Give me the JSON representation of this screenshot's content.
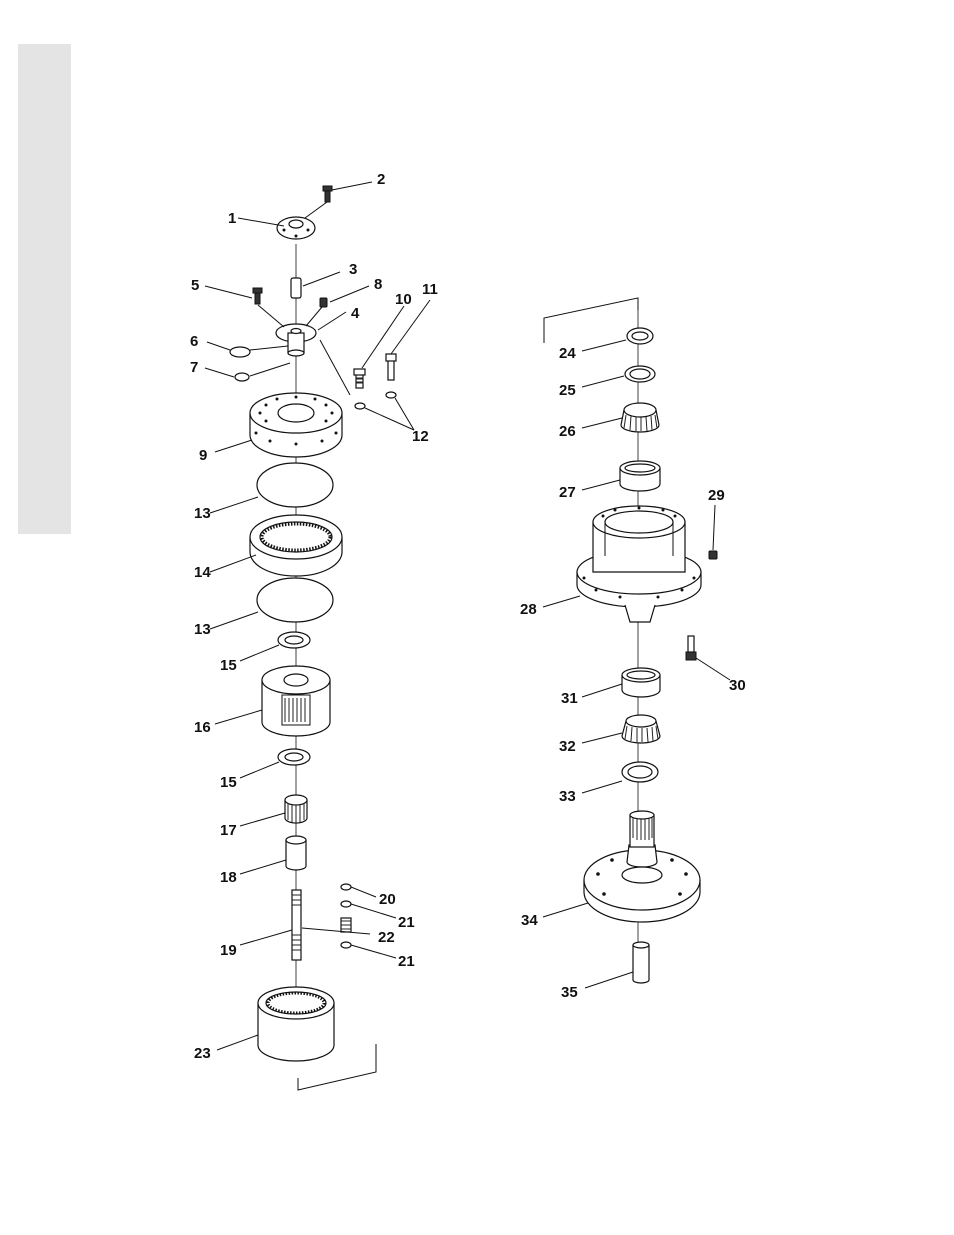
{
  "labels": {
    "p1": "1",
    "p2": "2",
    "p3": "3",
    "p4": "4",
    "p5": "5",
    "p6": "6",
    "p7": "7",
    "p8": "8",
    "p9": "9",
    "p10": "10",
    "p11": "11",
    "p12": "12",
    "p13a": "13",
    "p13b": "13",
    "p14": "14",
    "p15a": "15",
    "p15b": "15",
    "p16": "16",
    "p17": "17",
    "p18": "18",
    "p19": "19",
    "p20": "20",
    "p21a": "21",
    "p21b": "21",
    "p22": "22",
    "p23": "23",
    "p24": "24",
    "p25": "25",
    "p26": "26",
    "p27": "27",
    "p28": "28",
    "p29": "29",
    "p30": "30",
    "p31": "31",
    "p32": "32",
    "p33": "33",
    "p34": "34",
    "p35": "35"
  }
}
